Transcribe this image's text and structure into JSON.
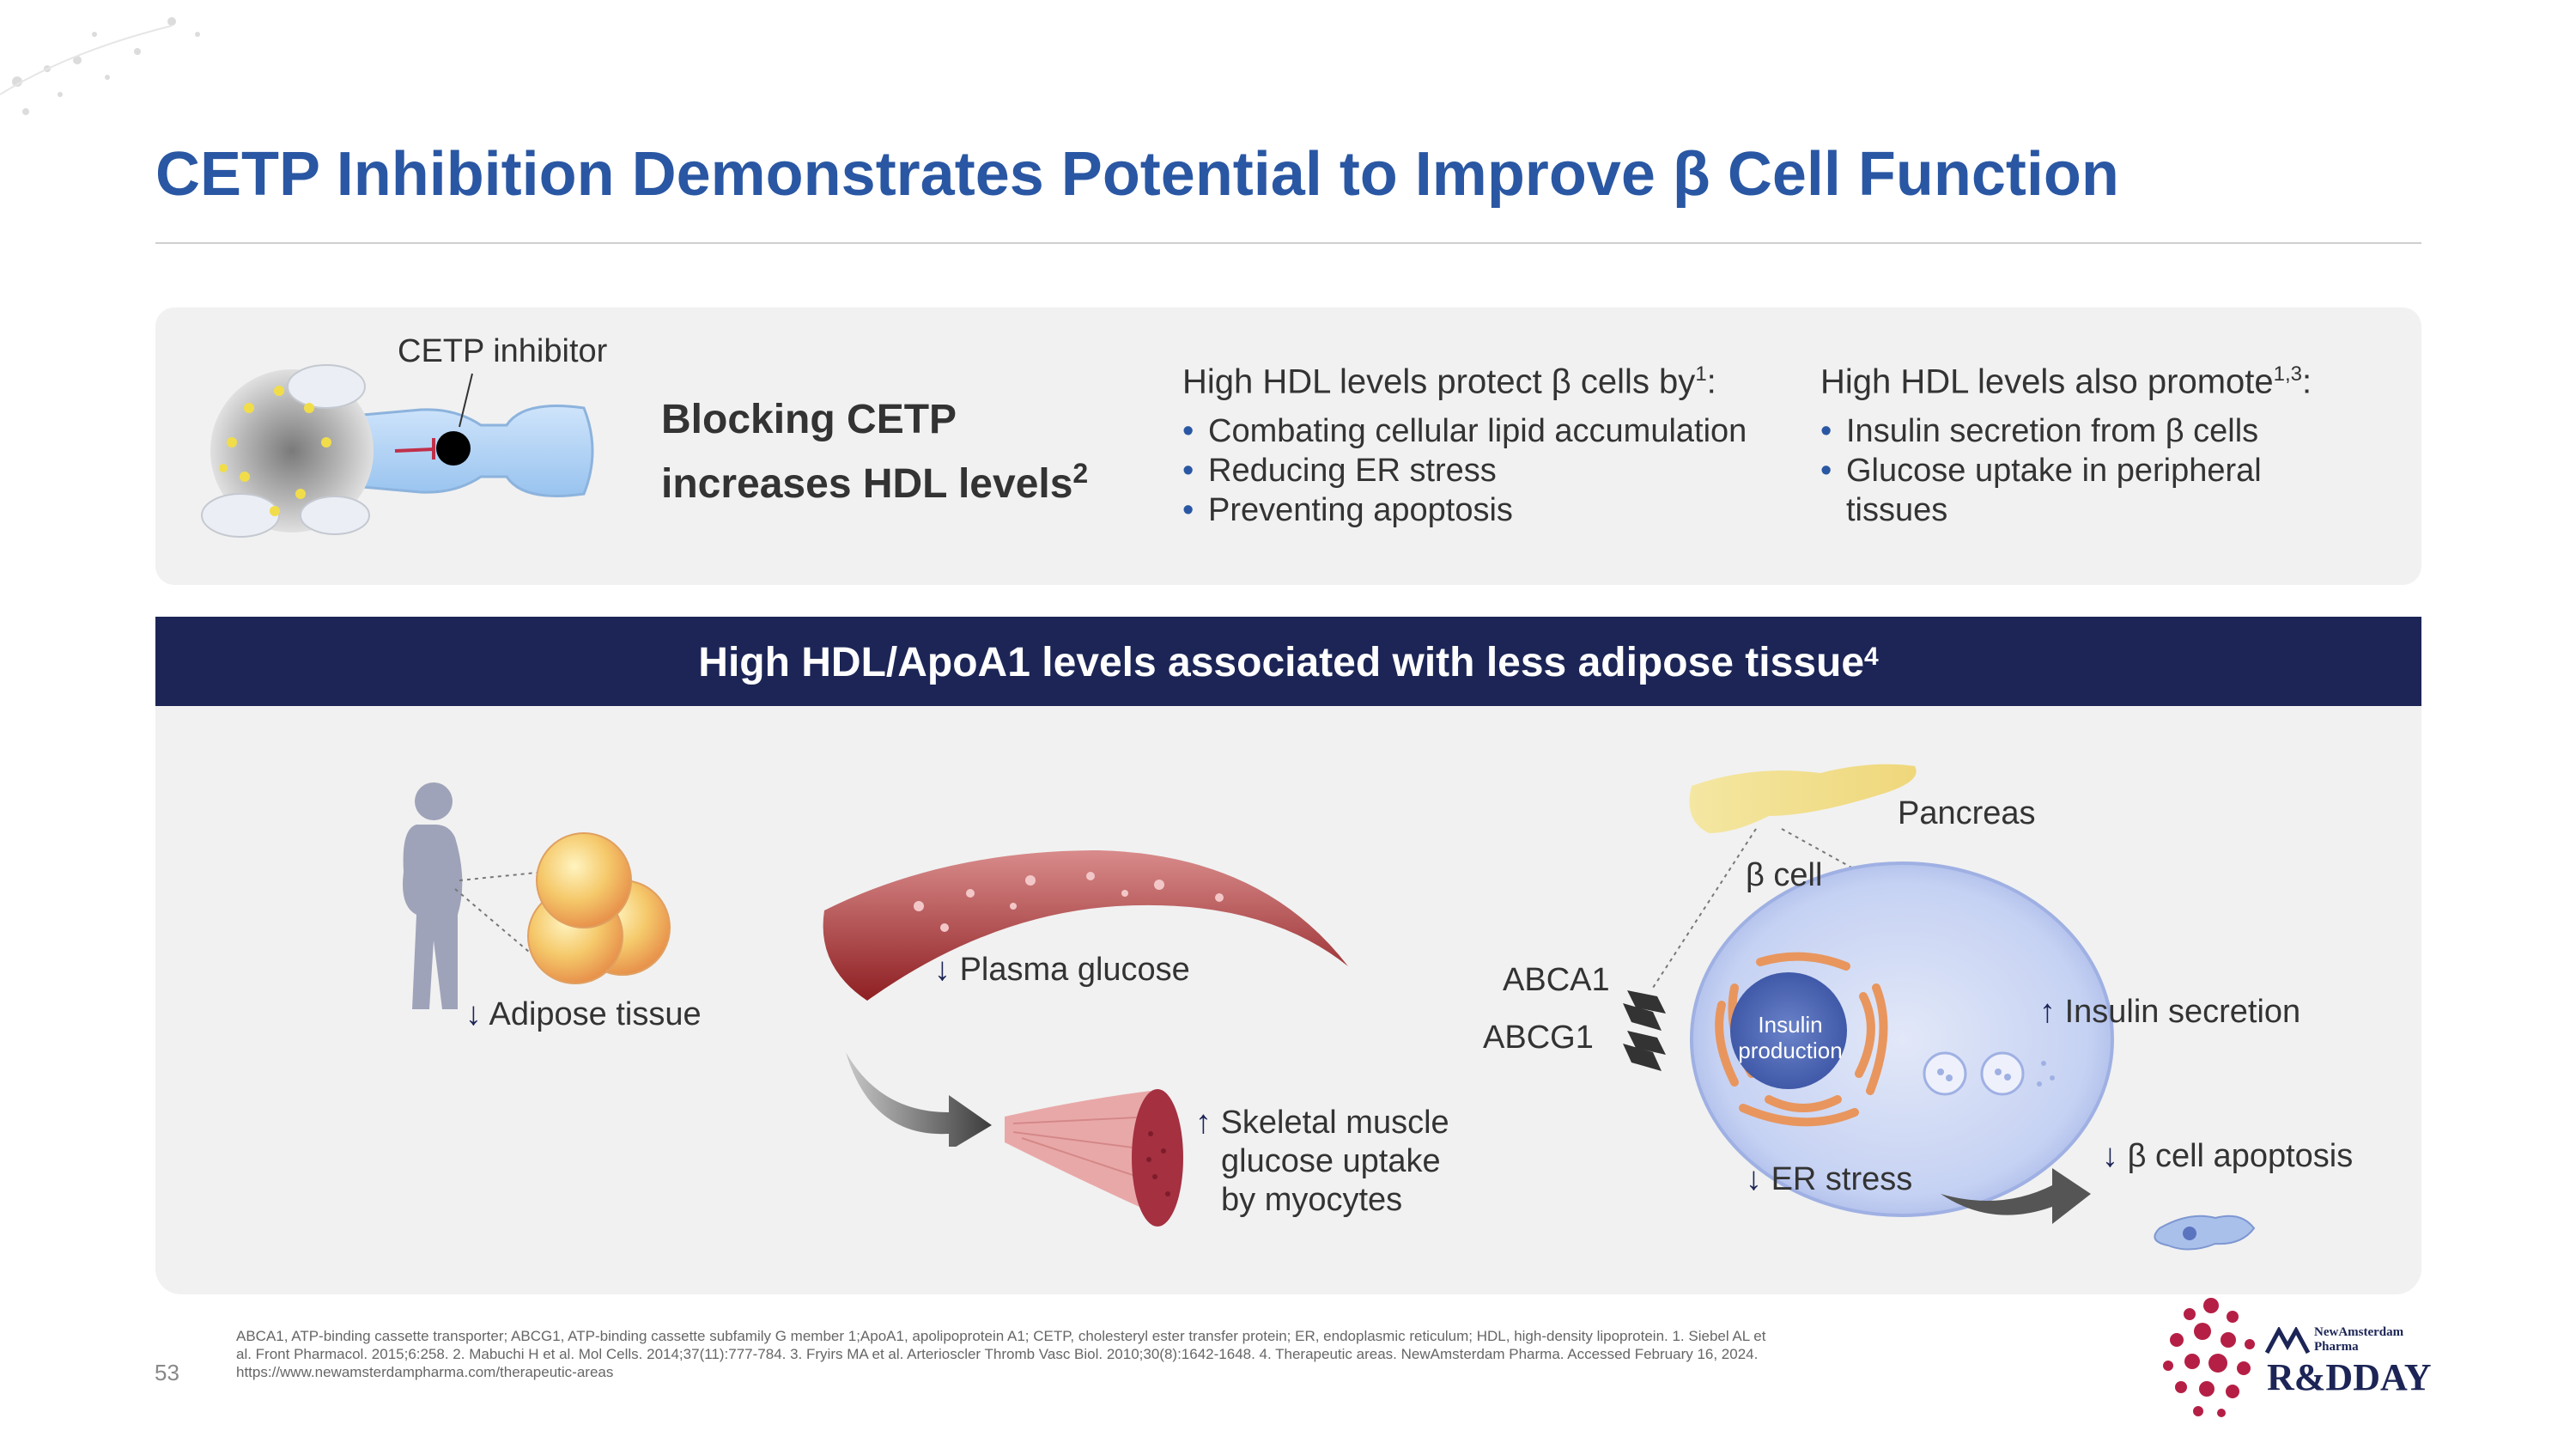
{
  "title": "CETP Inhibition Demonstrates Potential to Improve β Cell Function",
  "top": {
    "cetp_label": "CETP inhibitor",
    "blocking_line1": "Blocking CETP",
    "blocking_line2": "increases HDL levels",
    "blocking_sup": "2",
    "col1": {
      "heading": "High HDL levels protect β cells by",
      "sup": "1",
      "colon": ":",
      "items": [
        "Combating cellular lipid accumulation",
        "Reducing ER stress",
        "Preventing apoptosis"
      ]
    },
    "col2": {
      "heading": "High HDL levels also promote",
      "sup": "1,3",
      "colon": ":",
      "items": [
        "Insulin secretion from β cells",
        "Glucose uptake in peripheral",
        "tissues"
      ]
    }
  },
  "banner": {
    "text": "High HDL/ApoA1 levels associated with less adipose tissue",
    "sup": "4"
  },
  "diagram": {
    "adipose": "Adipose tissue",
    "plasma": "Plasma glucose",
    "muscle_lines": [
      "Skeletal muscle",
      "glucose uptake",
      "by myocytes"
    ],
    "pancreas": "Pancreas",
    "beta_cell": "β cell",
    "abca1": "ABCA1",
    "abcg1": "ABCG1",
    "insulin_prod_1": "Insulin",
    "insulin_prod_2": "production",
    "insulin_secretion": "Insulin secretion",
    "er_stress": "ER stress",
    "apoptosis": "β cell apoptosis",
    "down_arrow": "↓",
    "up_arrow": "↑"
  },
  "footnote": {
    "line1": "ABCA1, ATP-binding cassette transporter; ABCG1, ATP-binding cassette subfamily G member 1;ApoA1, apolipoprotein A1; CETP, cholesteryl ester transfer protein; ER, endoplasmic reticulum; HDL, high-density lipoprotein. 1. Siebel AL et",
    "line2": "al. Front Pharmacol. 2015;6:258. 2. Mabuchi H et al. Mol Cells. 2014;37(11):777-784. 3. Fryirs MA et al. Arterioscler Thromb Vasc Biol. 2010;30(8):1642-1648. 4. Therapeutic areas. NewAmsterdam Pharma. Accessed February 16, 2024.",
    "line3": "https://www.newamsterdampharma.com/therapeutic-areas"
  },
  "page_number": "53",
  "logo": {
    "company_1": "NewAmsterdam",
    "company_2": "Pharma",
    "event": "R&DDAY"
  },
  "colors": {
    "title_blue": "#2a57a3",
    "banner_navy": "#1c2556",
    "panel_grey": "#f1f1f1",
    "logo_red": "#b51f45"
  }
}
